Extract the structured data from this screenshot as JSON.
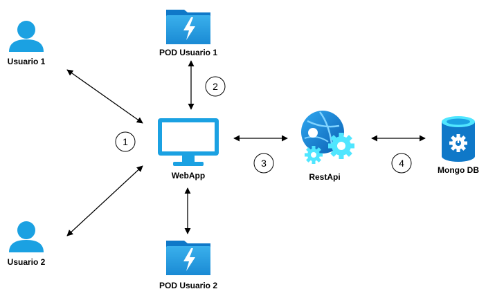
{
  "nodes": {
    "user1": {
      "label": "Usuario 1",
      "icon": "user-icon"
    },
    "user2": {
      "label": "Usuario 2",
      "icon": "user-icon"
    },
    "pod1": {
      "label": "POD Usuario 1",
      "icon": "folder-bolt-icon"
    },
    "pod2": {
      "label": "POD Usuario 2",
      "icon": "folder-bolt-icon"
    },
    "webapp": {
      "label": "WebApp",
      "icon": "monitor-icon"
    },
    "restapi": {
      "label": "RestApi",
      "icon": "globe-gears-icon"
    },
    "mongo": {
      "label": "Mongo DB",
      "icon": "database-gear-icon"
    }
  },
  "steps": [
    "1",
    "2",
    "3",
    "4"
  ],
  "colors": {
    "accent": "#1ba1e2",
    "accent_light": "#50e6ff",
    "accent_dark": "#0078d4",
    "line": "#000000"
  }
}
